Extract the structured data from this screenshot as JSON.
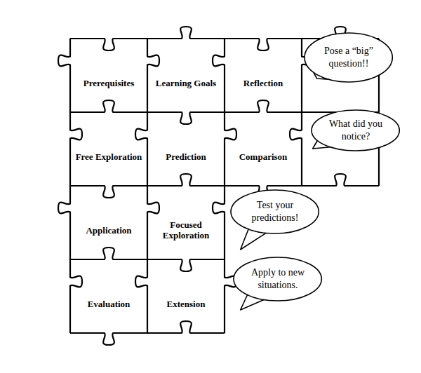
{
  "diagram": {
    "nodes": [
      {
        "text": [
          "Prerequisites"
        ]
      },
      {
        "text": [
          "Learning Goals"
        ]
      },
      {
        "text": [
          "Reflection"
        ]
      },
      {
        "text": [
          "Pose a “big” question!!"
        ]
      },
      {
        "text": [
          "Free Exploration"
        ]
      },
      {
        "text": [
          "Prediction"
        ]
      },
      {
        "text": [
          "Comparison"
        ]
      },
      {
        "text": [
          "What did you notice?"
        ]
      },
      {
        "text": [
          "Application"
        ]
      },
      {
        "text": [
          "Focused Exploration"
        ]
      },
      {
        "text": [
          "Test your predictions!"
        ]
      },
      {
        "text": [
          "Evaluation"
        ]
      },
      {
        "text": [
          "Extension"
        ]
      },
      {
        "text": [
          "Apply to new situations."
        ]
      }
    ]
  }
}
